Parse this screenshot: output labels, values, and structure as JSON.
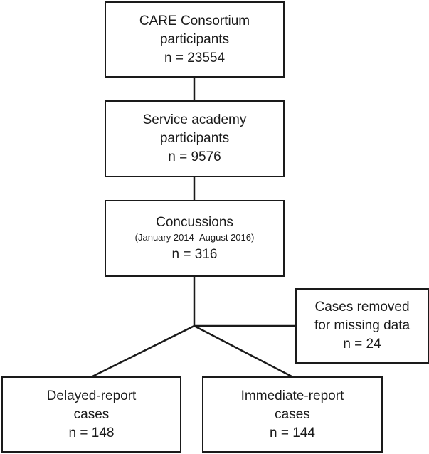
{
  "flowchart": {
    "care": {
      "line1": "CARE Consortium",
      "line2": "participants",
      "count": "n = 23554"
    },
    "service": {
      "line1": "Service academy",
      "line2": "participants",
      "count": "n = 9576"
    },
    "concussions": {
      "line1": "Concussions",
      "period": "(January 2014–August 2016)",
      "count": "n = 316"
    },
    "removed": {
      "line1": "Cases removed",
      "line2": "for missing data",
      "count": "n = 24"
    },
    "delayed": {
      "line1": "Delayed-report",
      "line2": "cases",
      "count": "n = 148"
    },
    "immediate": {
      "line1": "Immediate-report",
      "line2": "cases",
      "count": "n = 144"
    }
  }
}
